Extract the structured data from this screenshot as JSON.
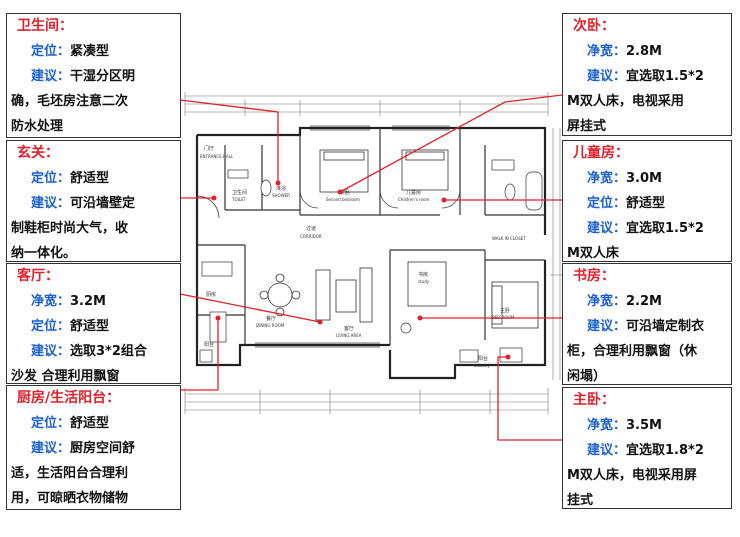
{
  "boxes": {
    "bathroom": {
      "title": "卫生间：",
      "l1k": "定位：",
      "l1v": "紧凑型",
      "l2k": "建议：",
      "l2v": "干湿分区明",
      "l3": "确，毛坯房注意二次",
      "l4": "防水处理"
    },
    "entrance": {
      "title": "玄关：",
      "l1k": "定位：",
      "l1v": "舒适型",
      "l2k": "建议：",
      "l2v": "可沿墙壁定",
      "l3": "制鞋柜时尚大气，收",
      "l4": "纳一体化。"
    },
    "living": {
      "title": "客厅：",
      "l1k": "净宽：",
      "l1v": "3.2M",
      "l2k": "定位：",
      "l2v": "舒适型",
      "l3k": "建议：",
      "l3v": "选取3*2组合",
      "l4": "沙发 合理利用飘窗"
    },
    "kitchen": {
      "title": "厨房/生活阳台：",
      "l1k": "定位：",
      "l1v": "舒适型",
      "l2k": "建议：",
      "l2v": "厨房空间舒",
      "l3": "适，生活阳台合理利",
      "l4": "用，可晾晒衣物储物"
    },
    "second_bed": {
      "title": "次卧：",
      "l1k": "净宽：",
      "l1v": "2.8M",
      "l2k": "建议：",
      "l2v": "宜选取1.5*2",
      "l3": "M双人床，电视采用",
      "l4": "屏挂式"
    },
    "kids": {
      "title": "儿童房：",
      "l1k": "净宽：",
      "l1v": "3.0M",
      "l2k": "定位：",
      "l2v": "舒适型",
      "l3k": "建议：",
      "l3v": "宜选取1.5*2",
      "l4": "M双人床"
    },
    "study": {
      "title": "书房：",
      "l1k": "净宽：",
      "l1v": "2.2M",
      "l2k": "建议：",
      "l2v": "可沿墙定制衣",
      "l3": "柜，合理利用飘窗（休",
      "l4": "闲塌）"
    },
    "master": {
      "title": "主卧：",
      "l1k": "净宽：",
      "l1v": "3.5M",
      "l2k": "建议：",
      "l2v": "宜选取1.8*2",
      "l3": "M双人床，电视采用屏",
      "l4": "挂式"
    }
  },
  "plan_labels": {
    "entrance_hall": "ENTRANCE HALL",
    "entrance_hall_cn": "门厅",
    "toilet": "TOILET",
    "toilet_cn": "卫生间",
    "shower": "SHOWER",
    "shower_cn": "淋浴",
    "second_bedroom": "Second bedroom",
    "second_bedroom_cn": "次卧",
    "childrens_room": "Children's room",
    "childrens_room_cn": "儿童房",
    "corridor": "CORRIDOR",
    "corridor_cn": "过道",
    "walk_in_closet": "WALK IN CLOSET",
    "study": "study",
    "study_cn": "书房",
    "kitchen_cn": "厨房",
    "dining_room": "DINING ROOM",
    "dining_cn": "餐厅",
    "living_area": "LIVING AREA",
    "living_cn": "客厅",
    "bed_room": "BED ROOM",
    "bed_room_cn": "主卧",
    "balcony": "balcony",
    "balcony_cn": "阳台",
    "service_balcony_cn": "阳台"
  },
  "colors": {
    "title": "#e0202a",
    "key": "#1a5fd0",
    "leader": "#e0202a"
  }
}
